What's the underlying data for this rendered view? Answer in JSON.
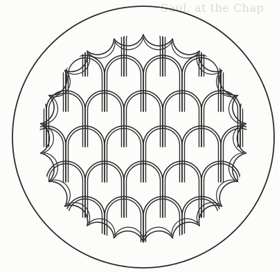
{
  "page": {
    "background_color": "#fcfcfa",
    "ink_color": "#2a2a2a",
    "bleed_through_text": "Saul, at the Chap"
  },
  "figure": {
    "subject": "circular-medallion-with-scale-lattice",
    "outer_ring": "single-line-circle",
    "lattice": {
      "pattern": "fish-scale-arches",
      "line_style": "double-line",
      "rows": 6,
      "row_offsets": "alternating-half-step",
      "edge": "scalloped-cusps"
    }
  }
}
